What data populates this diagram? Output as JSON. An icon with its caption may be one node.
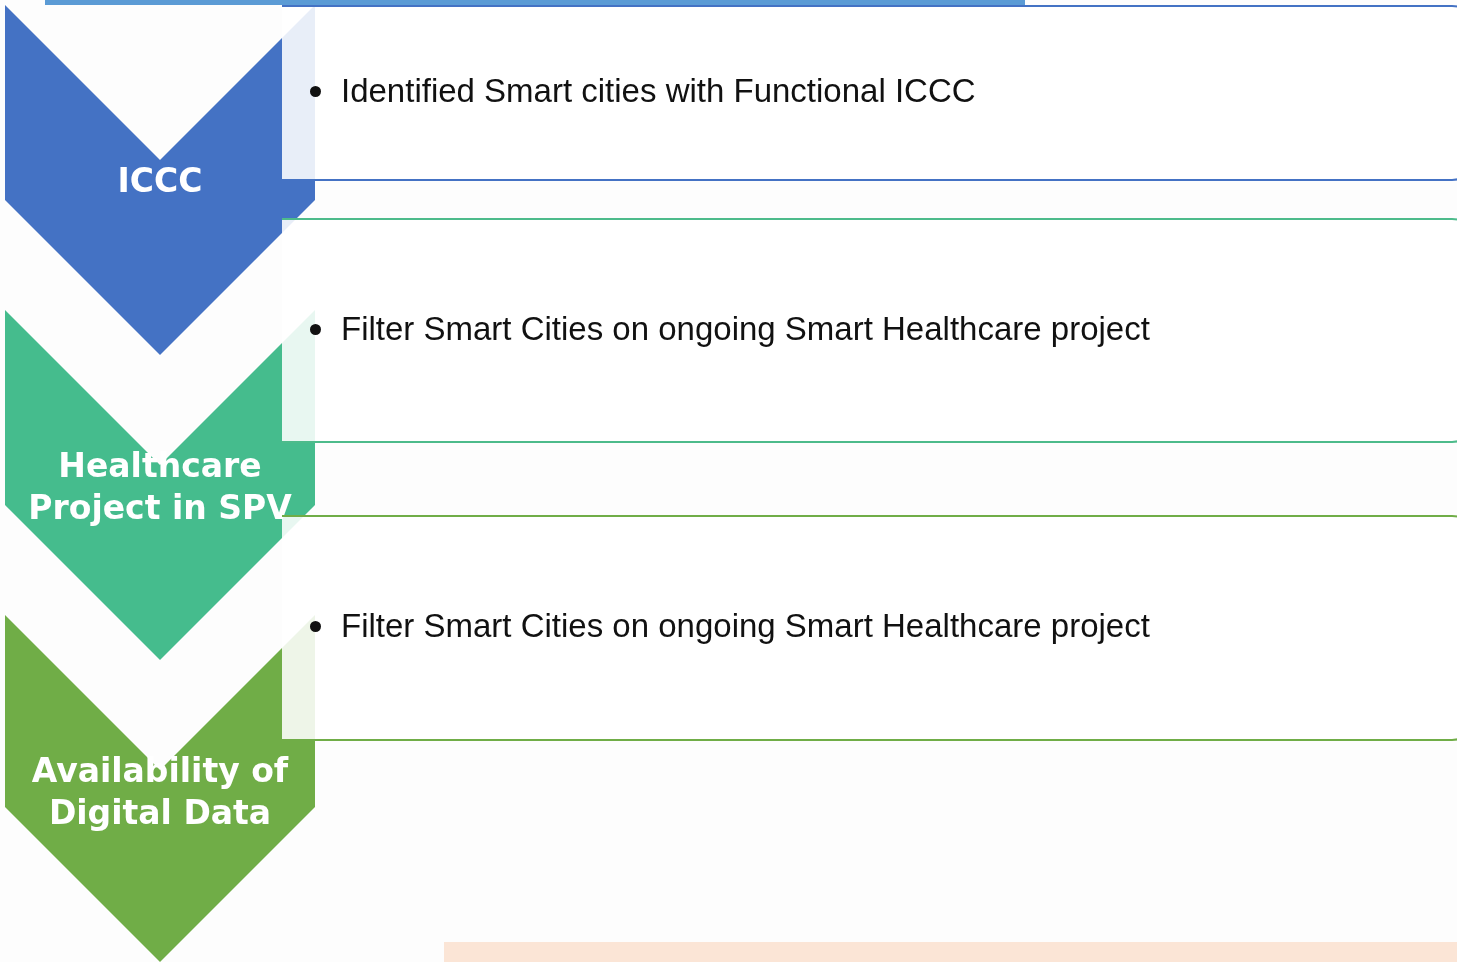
{
  "diagram": {
    "nodes": [
      {
        "text": [
          "ICCC"
        ]
      },
      {
        "text": [
          "Identified Smart cities with Functional ICCC"
        ]
      },
      {
        "text": [
          "Healthcare Project in SPV"
        ]
      },
      {
        "text": [
          "Filter Smart Cities on ongoing Smart Healthcare project"
        ]
      },
      {
        "text": [
          "Availability of Digital Data"
        ]
      },
      {
        "text": [
          "Filter Smart Cities on ongoing Smart Healthcare project"
        ]
      }
    ]
  }
}
